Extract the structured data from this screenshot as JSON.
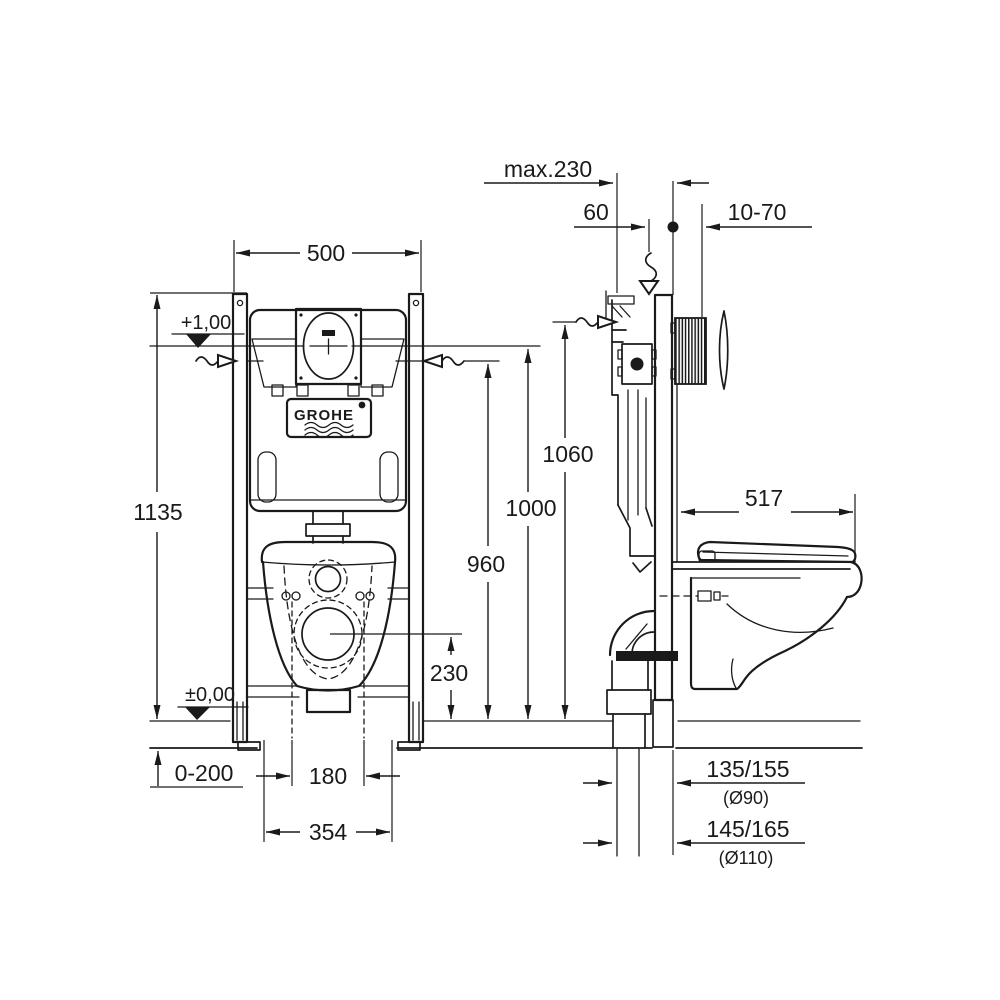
{
  "document": {
    "type": "technical dimensional drawing",
    "subject": "GROHE concealed cistern installation frame with wall-hung WC, front and side views"
  },
  "brand": {
    "logo_text": "GROHE"
  },
  "colors": {
    "line": "#1a1a1a",
    "background": "#ffffff"
  },
  "front_view": {
    "frame_width": "500",
    "frame_height": "1135",
    "upper_level": "+1,00",
    "zero_level": "±0,00",
    "floor_buildup_range": "0-200",
    "bolt_spacing": "180",
    "fixing_width": "354",
    "outlet_center_height": "230"
  },
  "side_view": {
    "max_frame_depth": "max.230",
    "supply_offset": "60",
    "wall_finish_range": "10-70",
    "supply_height": "1060",
    "upper_level_height": "1000",
    "flush_bend_height": "960",
    "bowl_depth": "517",
    "outlet_distance_small": "135/155",
    "outlet_diameter_small": "(Ø90)",
    "outlet_distance_large": "145/165",
    "outlet_diameter_large": "(Ø110)"
  }
}
